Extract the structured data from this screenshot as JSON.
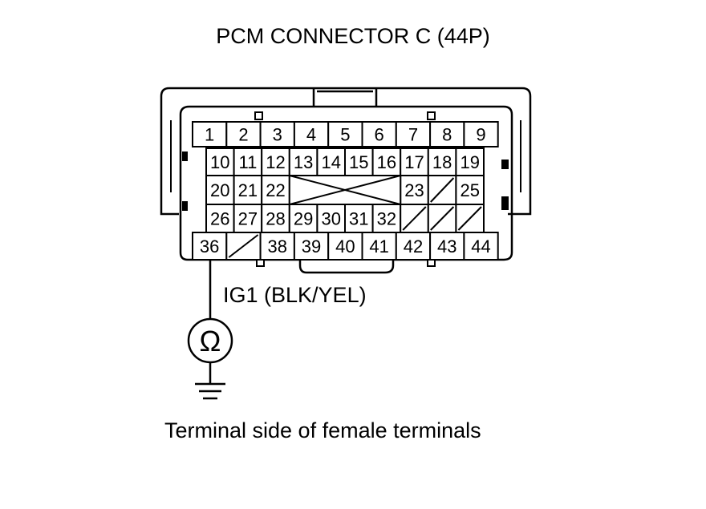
{
  "title": "PCM CONNECTOR C (44P)",
  "wire_label": "IG1 (BLK/YEL)",
  "caption": "Terminal side of female terminals",
  "meter_symbol": "Ω",
  "meter_icon": "ohmmeter-icon",
  "ground_icon": "ground-icon",
  "connector": {
    "rows": [
      {
        "cells": [
          "1",
          "2",
          "3",
          "4",
          "5",
          "6",
          "7",
          "8",
          "9"
        ]
      },
      {
        "cells": [
          "10",
          "11",
          "12",
          "13",
          "14",
          "15",
          "16",
          "17",
          "18",
          "19"
        ]
      },
      {
        "cells": [
          "20",
          "21",
          "22",
          "",
          "",
          "",
          "",
          "23",
          "",
          "25"
        ]
      },
      {
        "cells": [
          "26",
          "27",
          "28",
          "29",
          "30",
          "31",
          "32",
          "",
          "",
          ""
        ]
      },
      {
        "cells": [
          "36",
          "",
          "38",
          "39",
          "40",
          "41",
          "42",
          "43",
          "44"
        ]
      }
    ],
    "probe_terminal": "36"
  }
}
